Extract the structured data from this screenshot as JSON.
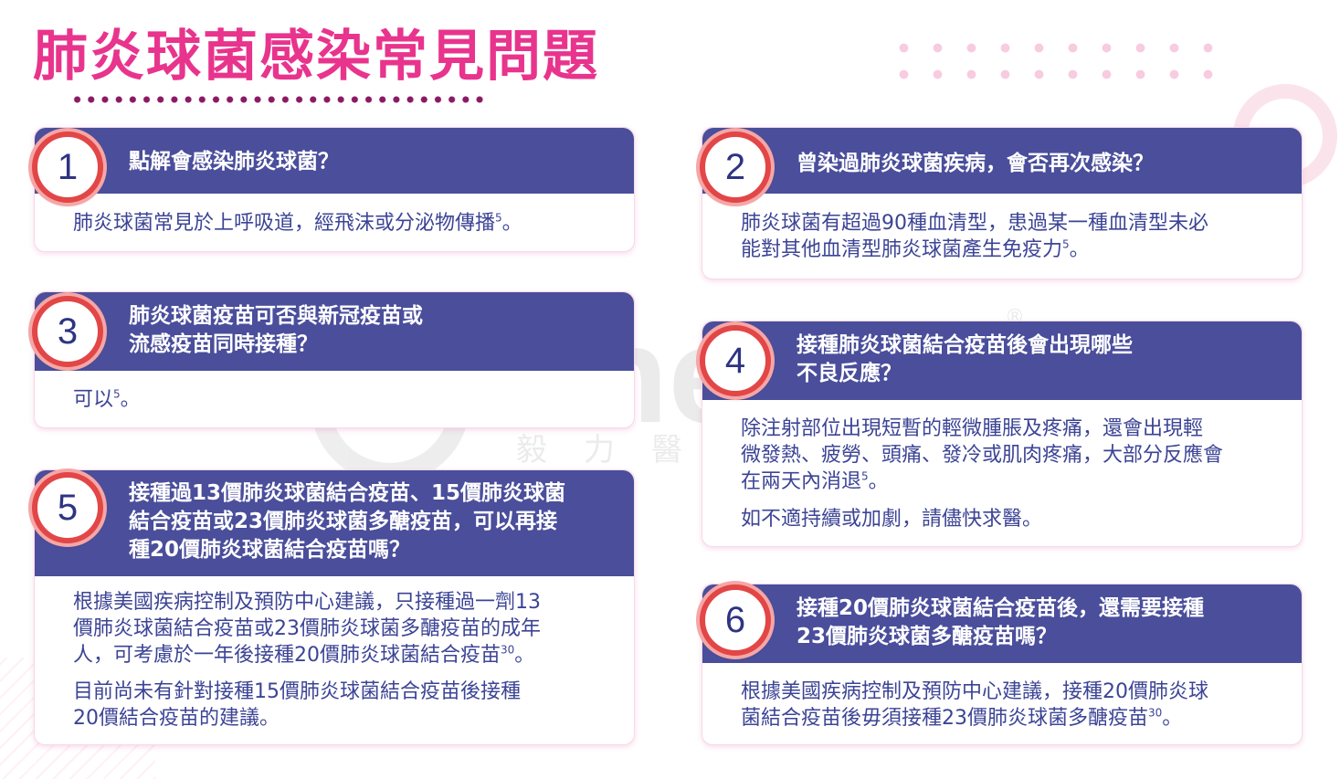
{
  "title": "肺炎球菌感染常見問題",
  "watermark": {
    "brand": "Kinetics",
    "sub": "毅力醫護",
    "reg": "®"
  },
  "colors": {
    "title": "#e8348d",
    "card_header": "#4a4e9b",
    "answer_text": "#3c4495",
    "badge_ring": "#e24646"
  },
  "faqs": [
    {
      "number": "1",
      "question": [
        "點解會感染肺炎球菌？"
      ],
      "answers": [
        {
          "text": "肺炎球菌常見於上呼吸道，經飛沫或分泌物傳播",
          "ref": "5",
          "end": "。"
        }
      ]
    },
    {
      "number": "2",
      "question": [
        "曾染過肺炎球菌疾病，會否再次感染？"
      ],
      "answers": [
        {
          "lines": [
            "肺炎球菌有超過90種血清型，患過某一種血清型未必",
            "能對其他血清型肺炎球菌產生免疫力"
          ],
          "ref": "5",
          "end": "。"
        }
      ]
    },
    {
      "number": "3",
      "question": [
        "肺炎球菌疫苗可否與新冠疫苗或",
        "流感疫苗同時接種？"
      ],
      "answers": [
        {
          "text": "可以",
          "ref": "5",
          "end": "。"
        }
      ]
    },
    {
      "number": "4",
      "question": [
        "接種肺炎球菌結合疫苗後會出現哪些",
        "不良反應？"
      ],
      "answers": [
        {
          "lines": [
            "除注射部位出現短暫的輕微腫脹及疼痛，還會出現輕",
            "微發熱、疲勞、頭痛、發冷或肌肉疼痛，大部分反應會",
            "在兩天內消退"
          ],
          "ref": "5",
          "end": "。"
        },
        {
          "text": "如不適持續或加劇，請儘快求醫。"
        }
      ]
    },
    {
      "number": "5",
      "question": [
        "接種過13價肺炎球菌結合疫苗、15價肺炎球菌",
        "結合疫苗或23價肺炎球菌多醣疫苗，可以再接",
        "種20價肺炎球菌結合疫苗嗎？"
      ],
      "answers": [
        {
          "lines": [
            "根據美國疾病控制及預防中心建議，只接種過一劑13",
            "價肺炎球菌結合疫苗或23價肺炎球菌多醣疫苗的成年",
            "人，可考慮於一年後接種20價肺炎球菌結合疫苗"
          ],
          "ref": "30",
          "end": "。"
        },
        {
          "lines": [
            "目前尚未有針對接種15價肺炎球菌結合疫苗後接種",
            "20價結合疫苗的建議。"
          ]
        }
      ]
    },
    {
      "number": "6",
      "question": [
        "接種20價肺炎球菌結合疫苗後，還需要接種",
        "23價肺炎球菌多醣疫苗嗎？"
      ],
      "answers": [
        {
          "lines": [
            "根據美國疾病控制及預防中心建議，接種20價肺炎球",
            "菌結合疫苗後毋須接種23價肺炎球菌多醣疫苗"
          ],
          "ref": "30",
          "end": "。"
        }
      ]
    }
  ]
}
